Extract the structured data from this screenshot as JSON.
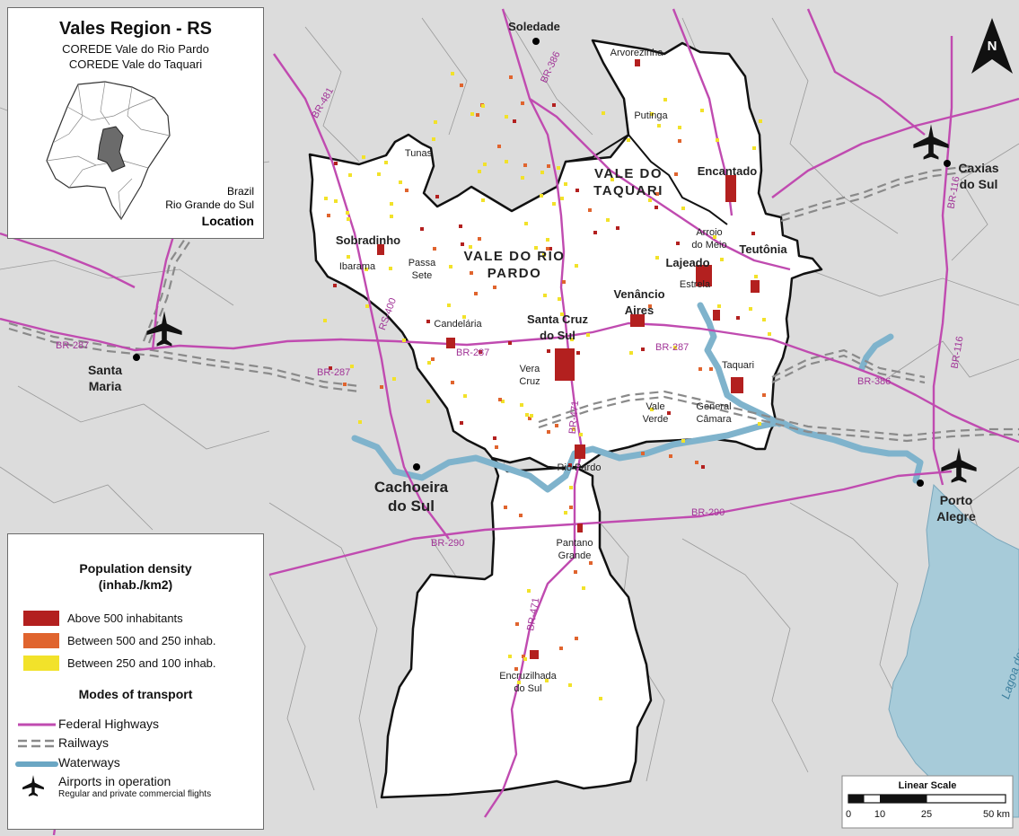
{
  "location_box": {
    "title": "Vales Region - RS",
    "subtitle_1": "COREDE Vale do Rio Pardo",
    "subtitle_2": "COREDE Vale do Taquari",
    "country": "Brazil",
    "state": "Rio Grande do Sul",
    "heading": "Location"
  },
  "legend": {
    "density_title_1": "Population density",
    "density_title_2": "(inhab./km2)",
    "density_items": [
      {
        "label": "Above 500 inhabitants",
        "color": "#b3201f"
      },
      {
        "label": "Between 500 and 250 inhab.",
        "color": "#e0642e"
      },
      {
        "label": "Between 250 and 100 inhab.",
        "color": "#f2e22a"
      }
    ],
    "transport_title": "Modes of transport",
    "transport_items": [
      {
        "label": "Federal Highways",
        "color": "#c04bb0"
      },
      {
        "label": "Railways",
        "color": "#8a8a8a"
      },
      {
        "label": "Waterways",
        "color": "#6aa6c3"
      },
      {
        "label": "Airports in operation",
        "sub": "Regular and private commercial flights",
        "icon": "airplane-icon"
      }
    ]
  },
  "scale": {
    "title": "Linear Scale",
    "ticks": [
      "0",
      "10",
      "25",
      "50 km"
    ]
  },
  "north": "N",
  "regions": {
    "rio_pardo_1": "VALE DO RIO",
    "rio_pardo_2": "PARDO",
    "taquari_1": "VALE DO",
    "taquari_2": "TAQUARI"
  },
  "cities_major": {
    "caxias_1": "Caxias",
    "caxias_2": "do Sul",
    "santa_maria_1": "Santa",
    "santa_maria_2": "Maria",
    "cachoeira_1": "Cachoeira",
    "cachoeira_2": "do Sul",
    "porto_alegre_1": "Porto",
    "porto_alegre_2": "Alegre",
    "soledade": "Soledade"
  },
  "cities_bold": {
    "sobradinho": "Sobradinho",
    "encantado": "Encantado",
    "lajeado": "Lajeado",
    "teutonia": "Teutônia",
    "venancio_1": "Venâncio",
    "venancio_2": "Aires",
    "santa_cruz_1": "Santa Cruz",
    "santa_cruz_2": "do Sul"
  },
  "towns": {
    "arvorezinha": "Arvorezinha",
    "putinga": "Putinga",
    "tunas": "Tunas",
    "ibarama": "Ibarama",
    "passa_sete_1": "Passa",
    "passa_sete_2": "Sete",
    "candelaria": "Candelária",
    "arroio_1": "Arroio",
    "arroio_2": "do Meio",
    "estrela": "Estrela",
    "taquari": "Taquari",
    "vera_cruz_1": "Vera",
    "vera_cruz_2": "Cruz",
    "vale_verde_1": "Vale",
    "vale_verde_2": "Verde",
    "general_camara_1": "General",
    "general_camara_2": "Câmara",
    "rio_pardo": "Rio Pardo",
    "pantano_1": "Pantano",
    "pantano_2": "Grande",
    "encruzilhada_1": "Encruzilhada",
    "encruzilhada_2": "do Sul"
  },
  "roads": {
    "br481": "BR-481",
    "br386a": "BR-386",
    "br386b": "BR-386",
    "br287a": "BR-287",
    "br287b": "BR-287",
    "br287c": "BR-287",
    "br287d": "BR-287",
    "rs400": "RS-400",
    "br471a": "BR-471",
    "br471b": "BR-471",
    "br290a": "BR-290",
    "br290b": "BR-290",
    "br116a": "BR-116",
    "br116b": "BR-116"
  },
  "lagoon": "Lagoa dos Patos"
}
